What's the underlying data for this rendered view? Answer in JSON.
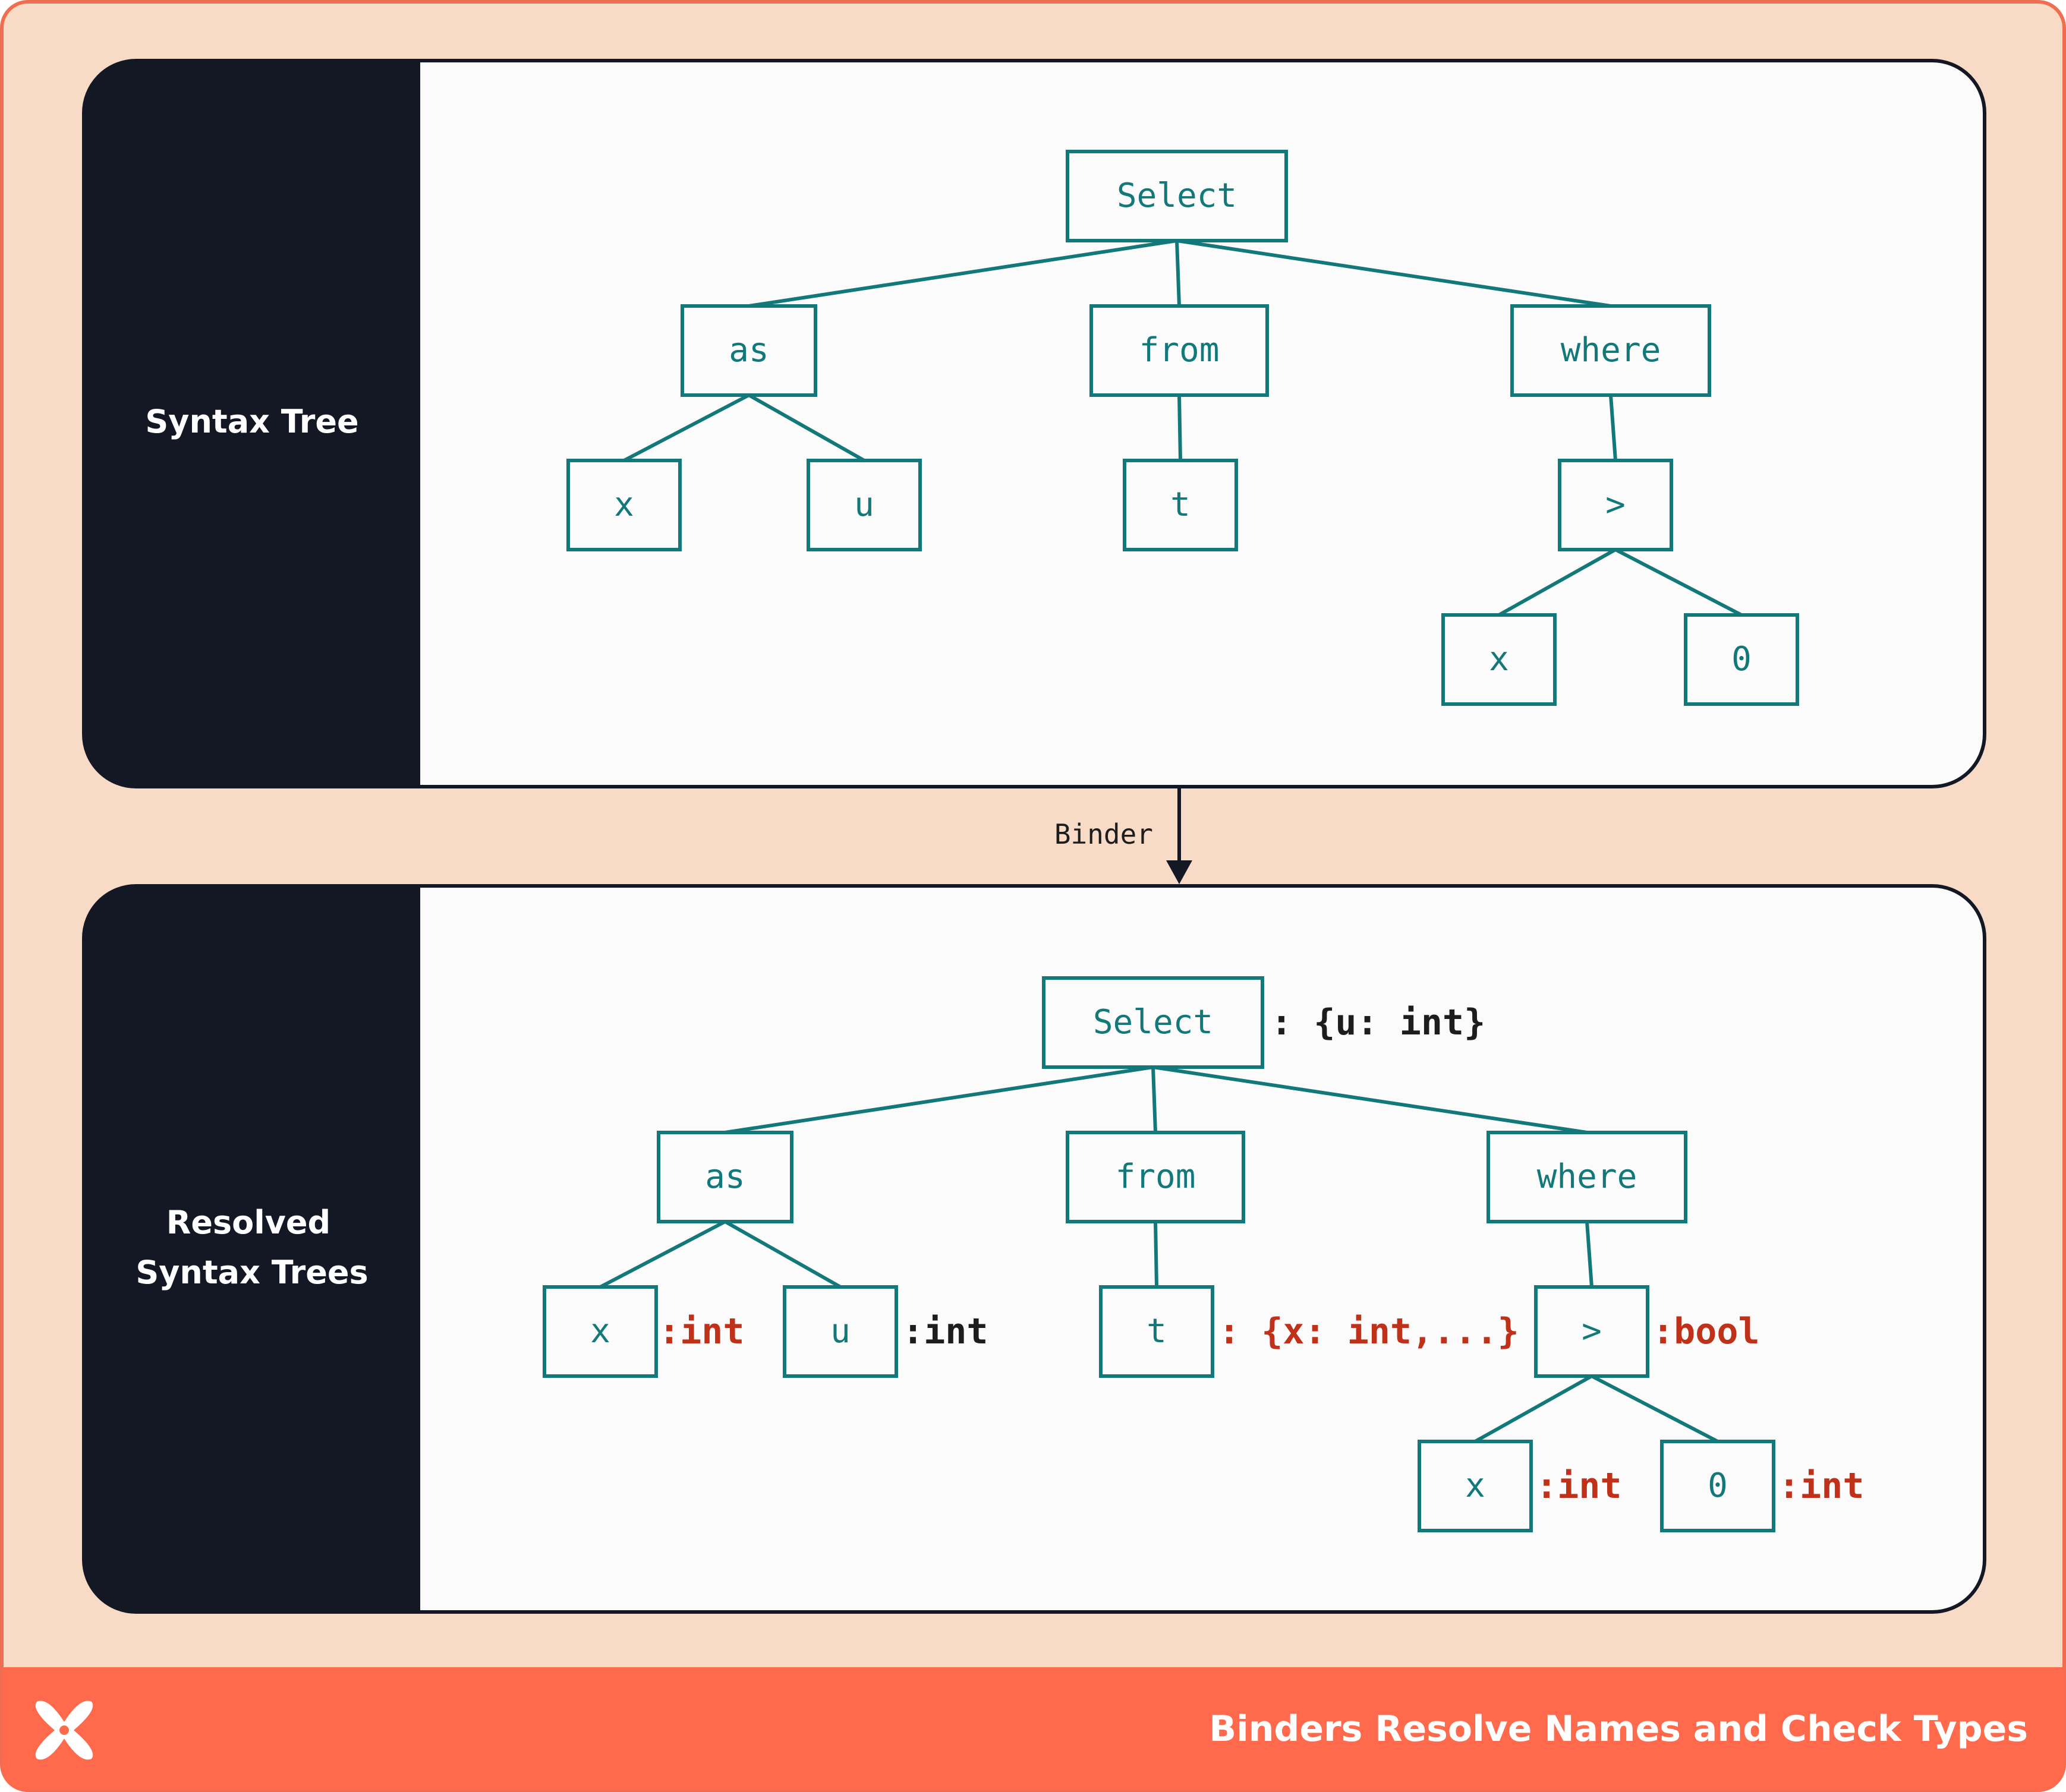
{
  "colors": {
    "frame_fill": "#f8dbc6",
    "frame_border": "#ef6e52",
    "footer_bg": "#ff6a4c",
    "panel_dark": "#141824",
    "panel_light": "#fbfbfb",
    "node_teal": "#13787a",
    "type_red": "#c0311a",
    "type_dark": "#1d1d1d",
    "footer_text": "#ffffff"
  },
  "footer": {
    "logo_icon": "x-logo-icon",
    "caption": "Binders Resolve Names and Check Types"
  },
  "arrow": {
    "label": "Binder"
  },
  "panels": [
    {
      "title_lines": [
        "Syntax Tree"
      ],
      "nodes": {
        "select": "Select",
        "as": "as",
        "from": "from",
        "where": "where",
        "x": "x",
        "u": "u",
        "t": "t",
        "gt": ">",
        "x2": "x",
        "zero": "0"
      }
    },
    {
      "title_lines": [
        "Resolved",
        "Syntax Trees"
      ],
      "nodes": {
        "select": "Select",
        "as": "as",
        "from": "from",
        "where": "where",
        "x": "x",
        "u": "u",
        "t": "t",
        "gt": ">",
        "x2": "x",
        "zero": "0"
      },
      "annotations": {
        "select": {
          "text": ": {u: int}",
          "color": "dark"
        },
        "x": {
          "text": ":int",
          "color": "red"
        },
        "u": {
          "text": ":int",
          "color": "dark"
        },
        "t": {
          "text": ": {x: int,...}",
          "color": "red"
        },
        "gt": {
          "text": ":bool",
          "color": "red"
        },
        "x2": {
          "text": ":int",
          "color": "red"
        },
        "zero": {
          "text": ":int",
          "color": "red"
        }
      }
    }
  ]
}
